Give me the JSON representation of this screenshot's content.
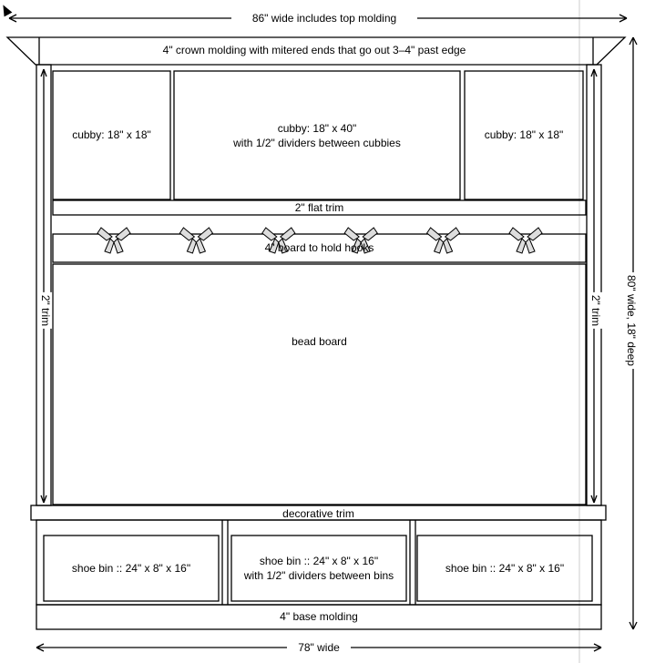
{
  "labels": {
    "top_width": "86\" wide includes top molding",
    "crown_molding": "4\" crown molding with mitered ends that go out 3–4\" past edge",
    "cubby_left": "cubby:  18\" x 18\"",
    "cubby_center_line1": "cubby:  18\" x 40\"",
    "cubby_center_line2": "with 1/2\" dividers between cubbies",
    "cubby_right": "cubby:  18\" x 18\"",
    "flat_trim": "2\" flat trim",
    "hook_board": "4\" board to hold hooks",
    "bead_board": "bead board",
    "trim_left": "2\" trim",
    "trim_right": "2\" trim",
    "side_dimension": "80\" wide, 18\" deep",
    "decorative_trim": "decorative trim",
    "shoe_bin_left": "shoe bin :: 24\" x 8\" x 16\"",
    "shoe_bin_center_line1": "shoe bin :: 24\" x 8\" x 16\"",
    "shoe_bin_center_line2": "with 1/2\" dividers between bins",
    "shoe_bin_right": "shoe bin :: 24\" x 8\" x 16\"",
    "base_molding": "4\" base molding",
    "bottom_width": "78\" wide"
  },
  "hooks": {
    "count": 6
  },
  "colors": {
    "line": "#000000",
    "background": "#ffffff",
    "hook_fill": "#dddddd"
  }
}
